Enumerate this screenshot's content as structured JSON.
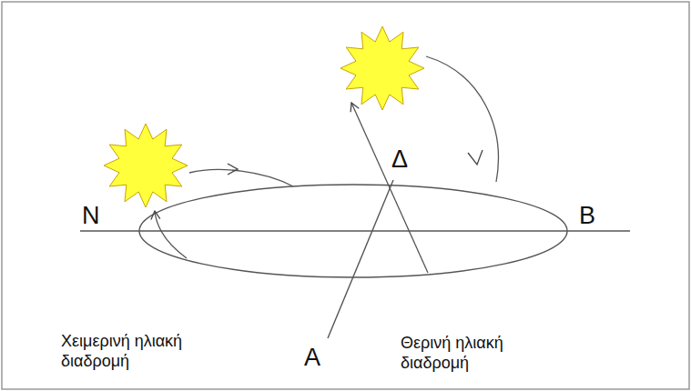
{
  "diagram": {
    "labels": [
      "N",
      "B",
      "Δ",
      "A",
      "Χειμερινή ηλιακή διαδρομή",
      "Θερινή ηλιακή διαδρομή"
    ]
  }
}
